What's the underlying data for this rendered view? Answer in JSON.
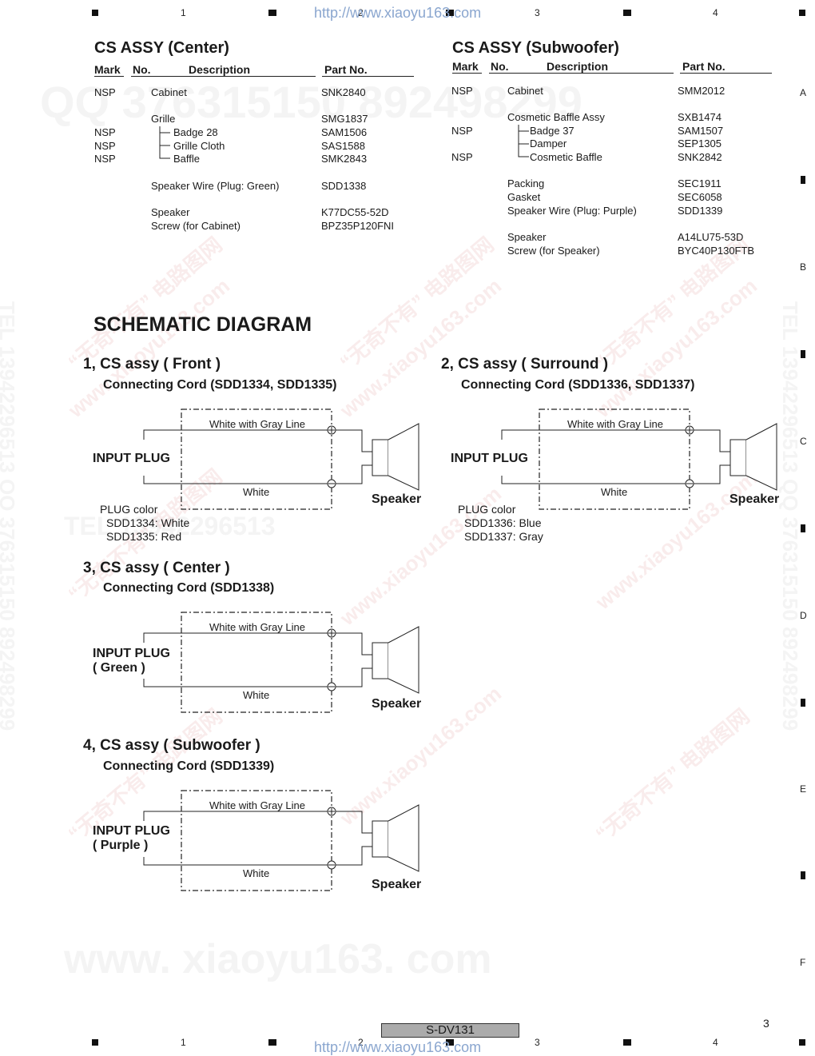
{
  "header": {
    "url": "http://www.xiaoyu163.com",
    "grid_cols": [
      "1",
      "2",
      "3",
      "4"
    ]
  },
  "side_rows": [
    "A",
    "B",
    "C",
    "D",
    "E",
    "F"
  ],
  "center": {
    "title": "CS ASSY (Center)",
    "col_mark": "Mark",
    "col_no": "No.",
    "col_desc": "Description",
    "col_part": "Part No.",
    "rows": [
      {
        "mark": "NSP",
        "desc": "Cabinet",
        "part": "SNK2840"
      },
      {
        "mark": "",
        "desc": "Grille",
        "part": "SMG1837"
      },
      {
        "mark": "NSP",
        "desc": "Badge 28",
        "part": "SAM1506"
      },
      {
        "mark": "NSP",
        "desc": "Grille Cloth",
        "part": "SAS1588"
      },
      {
        "mark": "NSP",
        "desc": "Baffle",
        "part": "SMK2843"
      },
      {
        "mark": "",
        "desc": "Speaker Wire (Plug: Green)",
        "part": "SDD1338"
      },
      {
        "mark": "",
        "desc": "Speaker",
        "part": "K77DC55-52D"
      },
      {
        "mark": "",
        "desc": "Screw (for Cabinet)",
        "part": "BPZ35P120FNI"
      }
    ]
  },
  "subwoofer": {
    "title": "CS ASSY (Subwoofer)",
    "col_mark": "Mark",
    "col_no": "No.",
    "col_desc": "Description",
    "col_part": "Part No.",
    "rows": [
      {
        "mark": "NSP",
        "desc": "Cabinet",
        "part": "SMM2012"
      },
      {
        "mark": "",
        "desc": "Cosmetic Baffle Assy",
        "part": "SXB1474"
      },
      {
        "mark": "NSP",
        "desc": "Badge 37",
        "part": "SAM1507"
      },
      {
        "mark": "",
        "desc": "Damper",
        "part": "SEP1305"
      },
      {
        "mark": "NSP",
        "desc": "Cosmetic Baffle",
        "part": "SNK2842"
      },
      {
        "mark": "",
        "desc": "Packing",
        "part": "SEC1911"
      },
      {
        "mark": "",
        "desc": "Gasket",
        "part": "SEC6058"
      },
      {
        "mark": "",
        "desc": "Speaker Wire (Plug: Purple)",
        "part": "SDD1339"
      },
      {
        "mark": "",
        "desc": "Speaker",
        "part": "A14LU75-53D"
      },
      {
        "mark": "",
        "desc": "Screw (for Speaker)",
        "part": "BYC40P130FTB"
      }
    ]
  },
  "schematic": {
    "title": "SCHEMATIC DIAGRAM",
    "wire_top": "White with Gray Line",
    "wire_bottom": "White",
    "speaker": "Speaker",
    "plug_color_title": "PLUG color",
    "diagrams": [
      {
        "heading": "1, CS assy ( Front )",
        "cord": "Connecting Cord (SDD1334, SDD1335)",
        "plug1": "INPUT PLUG",
        "plug2": "",
        "colors": [
          "SDD1334: White",
          "SDD1335: Red"
        ]
      },
      {
        "heading": "2, CS assy ( Surround )",
        "cord": "Connecting Cord (SDD1336, SDD1337)",
        "plug1": "INPUT PLUG",
        "plug2": "",
        "colors": [
          "SDD1336: Blue",
          "SDD1337: Gray"
        ]
      },
      {
        "heading": "3, CS assy ( Center )",
        "cord": "Connecting Cord (SDD1338)",
        "plug1": "INPUT PLUG",
        "plug2": "( Green )",
        "colors": []
      },
      {
        "heading": "4, CS assy ( Subwoofer )",
        "cord": "Connecting Cord (SDD1339)",
        "plug1": "INPUT PLUG",
        "plug2": "( Purple )",
        "colors": []
      }
    ]
  },
  "footer": {
    "model": "S-DV131",
    "page": "3",
    "url": "http://www.xiaoyu163.com"
  },
  "watermarks": {
    "qq": "QQ 376315150   892498299",
    "tel": "TEL 13942296513",
    "cn": "“无奇不有” 电路图网",
    "site": "www.xiaoyu163.com",
    "big": "www. xiaoyu163. com",
    "side": "TEL 13942296513  QQ 376315150  892498299"
  }
}
